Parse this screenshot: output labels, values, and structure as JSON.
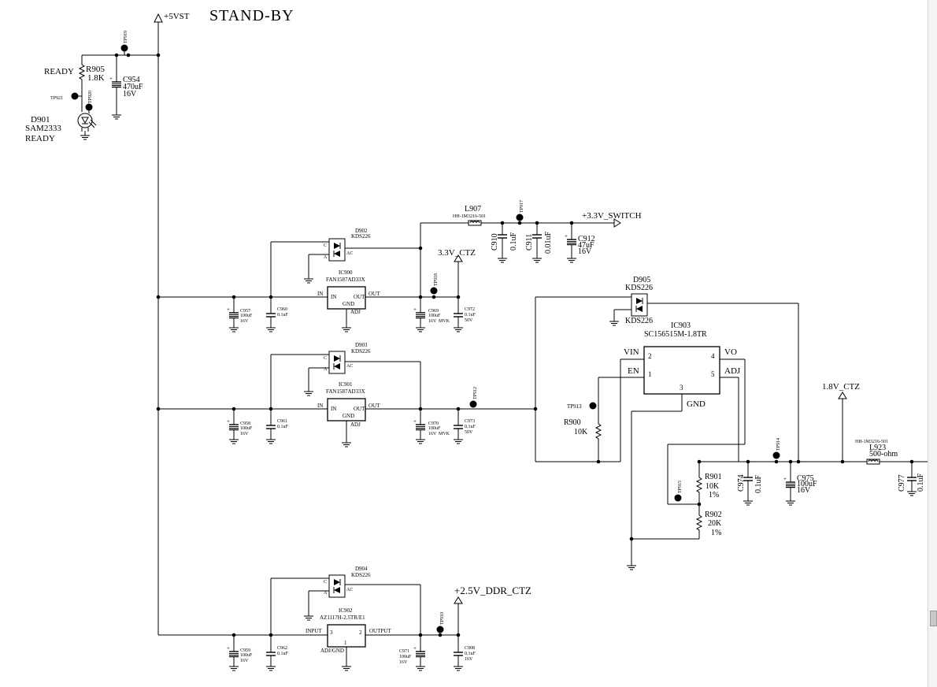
{
  "title": "STAND-BY",
  "rails": {
    "v5st": "+5VST",
    "v33_switch": "+3.3V_SWITCH",
    "v33_ctz": "3.3V_CTZ",
    "v18_ctz": "1.8V_CTZ",
    "v25_ddr": "+2.5V_DDR_CTZ"
  },
  "ready_section": {
    "ready_top": "READY",
    "ready_bottom": "READY",
    "r905_name": "R905",
    "r905_val": "1.8K",
    "c954_name": "C954",
    "c954_val": "470uF",
    "c954_volt": "16V",
    "tp919": "TP919",
    "tp920": "TP920",
    "tp921": "TP921",
    "d901_name": "D901",
    "d901_part": "SAM2333"
  },
  "reg1": {
    "ic_name": "IC900",
    "ic_part": "FAN1587AD33X",
    "pin_in": "IN",
    "pin_in2": "IN",
    "pin_out": "OUT",
    "pin_out2": "OUT",
    "pin_gnd": "GND",
    "pin_adj": "ADJ",
    "diode_name": "D902",
    "diode_part": "KDS226",
    "c957_name": "C957",
    "c957_val": "100uF",
    "c957_volt": "16V",
    "c960_name": "C960",
    "c960_val": "0.1uF",
    "c969_name": "C969",
    "c969_val": "100uF",
    "c969_volt": "16V",
    "c969_type": "MVK",
    "c972_name": "C972",
    "c972_val": "0.1uF",
    "c972_volt": "50V",
    "tp918": "TP918",
    "l907_name": "L907",
    "l907_part": "HH-1M3216-501",
    "tp917": "TP917",
    "c910_name": "C910",
    "c910_val": "0.1uF",
    "c911_name": "C911",
    "c911_val": "0.01uF",
    "c912_name": "C912",
    "c912_val": "47uF",
    "c912_volt": "16V"
  },
  "reg2": {
    "ic_name": "IC901",
    "ic_part": "FAN1587AD33X",
    "pin_in": "IN",
    "pin_in2": "IN",
    "pin_out": "OUT",
    "pin_out2": "OUT",
    "pin_gnd": "GND",
    "pin_adj": "ADJ",
    "diode_name": "D903",
    "diode_part": "KDS226",
    "c958_name": "C958",
    "c958_val": "100uF",
    "c958_volt": "16V",
    "c961_name": "C961",
    "c961_val": "0.1uF",
    "c970_name": "C970",
    "c970_val": "100uF",
    "c970_volt": "16V",
    "c970_type": "MVK",
    "c973_name": "C973",
    "c973_val": "0.1uF",
    "c973_volt": "50V",
    "tp912": "TP912"
  },
  "reg3": {
    "ic_name": "IC903",
    "ic_part": "SC156515M-1.8TR",
    "pin_vin": "VIN",
    "pin_en": "EN",
    "pin_vo": "VO",
    "pin_adj": "ADJ",
    "pin_gnd": "GND",
    "pin2": "2",
    "pin1": "1",
    "pin3": "3",
    "pin4": "4",
    "pin5": "5",
    "diode_name": "D905",
    "diode_part": "KDS226",
    "diode_part2": "KDS226",
    "tp913": "TP913",
    "r900_name": "R900",
    "r900_val": "10K",
    "r901_name": "R901",
    "r901_val": "10K",
    "r901_tol": "1%",
    "r902_name": "R902",
    "r902_val": "20K",
    "r902_tol": "1%",
    "tp915": "TP915",
    "tp914": "TP914",
    "c974_name": "C974",
    "c974_val": "0.1uF",
    "c975_name": "C975",
    "c975_val": "100uF",
    "c975_volt": "16V",
    "l923_part": "HH-1M3216-501",
    "l923_name": "L923",
    "l923_val": "500-ohm",
    "c977_name": "C977",
    "c977_val": "0.1uF"
  },
  "reg4": {
    "ic_name": "IC902",
    "ic_part": "AZ1117H-2.5TR/E1",
    "pin_input": "INPUT",
    "pin_output": "OUTPUT",
    "pin_adj": "ADJ/GND",
    "pin3": "3",
    "pin2": "2",
    "pin1": "1",
    "diode_name": "D904",
    "diode_part": "KDS226",
    "c959_name": "C959",
    "c959_val": "100uF",
    "c959_volt": "16V",
    "c962_name": "C962",
    "c962_val": "0.1uF",
    "c971_name": "C971",
    "c971_val": "100uF",
    "c971_volt": "16V",
    "c908_name": "C908",
    "c908_val": "0.1uF",
    "c908_volt": "16V",
    "tp910": "TP910"
  },
  "diode_pins": {
    "c": "C",
    "a": "A",
    "ac": "AC"
  }
}
